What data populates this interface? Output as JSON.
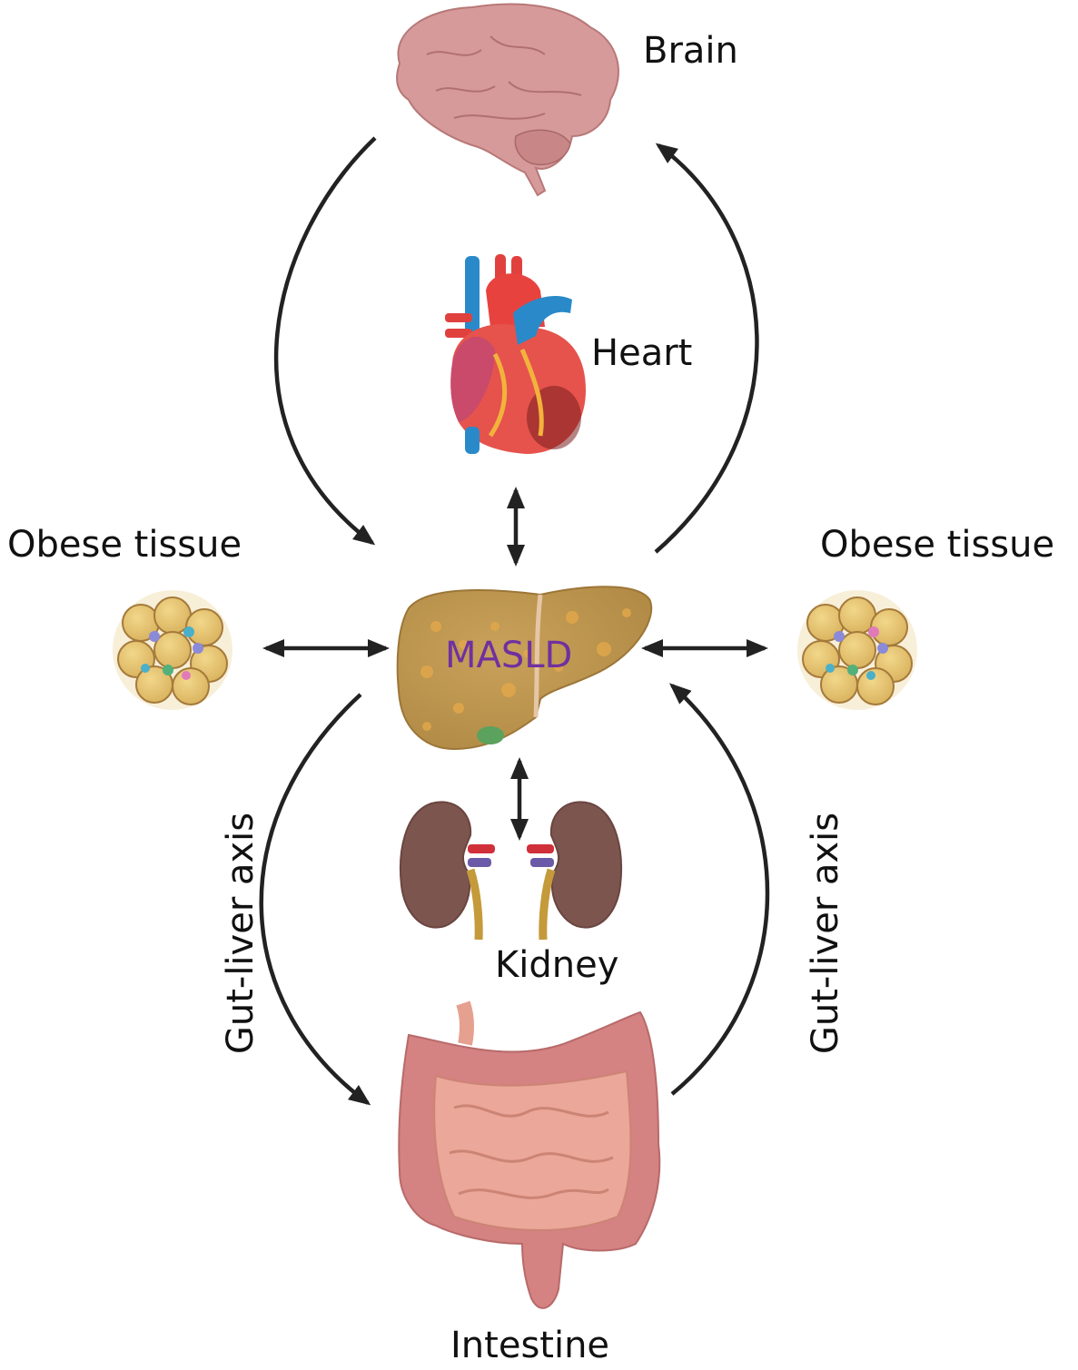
{
  "diagram": {
    "center": {
      "label": "MASLD",
      "organ": "liver",
      "label_color": "#7030a0"
    },
    "nodes": {
      "brain": {
        "label": "Brain"
      },
      "heart": {
        "label": "Heart"
      },
      "obese_left": {
        "label": "Obese tissue"
      },
      "obese_right": {
        "label": "Obese tissue"
      },
      "kidney": {
        "label": "Kidney"
      },
      "intestine": {
        "label": "Intestine"
      }
    },
    "axis_labels": {
      "left": "Gut-liver axis",
      "right": "Gut-liver axis"
    },
    "connections": [
      {
        "from": "brain",
        "to": "liver",
        "type": "one-way",
        "side": "left"
      },
      {
        "from": "liver",
        "to": "brain",
        "type": "one-way",
        "side": "right"
      },
      {
        "from": "heart",
        "to": "liver",
        "type": "two-way"
      },
      {
        "from": "obese_left",
        "to": "liver",
        "type": "two-way"
      },
      {
        "from": "obese_right",
        "to": "liver",
        "type": "two-way"
      },
      {
        "from": "liver",
        "to": "kidney",
        "type": "two-way"
      },
      {
        "from": "liver",
        "to": "intestine",
        "type": "one-way",
        "side": "left"
      },
      {
        "from": "intestine",
        "to": "liver",
        "type": "one-way",
        "side": "right"
      }
    ],
    "arrow_color": "#222222"
  }
}
